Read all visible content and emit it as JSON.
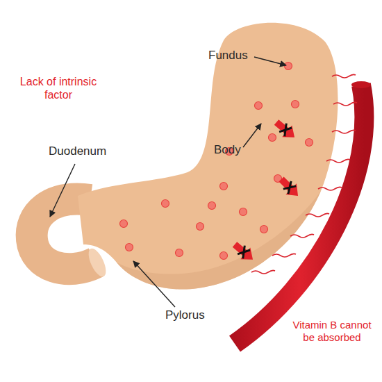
{
  "diagram": {
    "labels": [
      "Lack of intrinsic factor",
      "Fundus",
      "Duodenum",
      "Body",
      "Pylorus",
      "Vitamin B cannot be absorbed"
    ]
  }
}
